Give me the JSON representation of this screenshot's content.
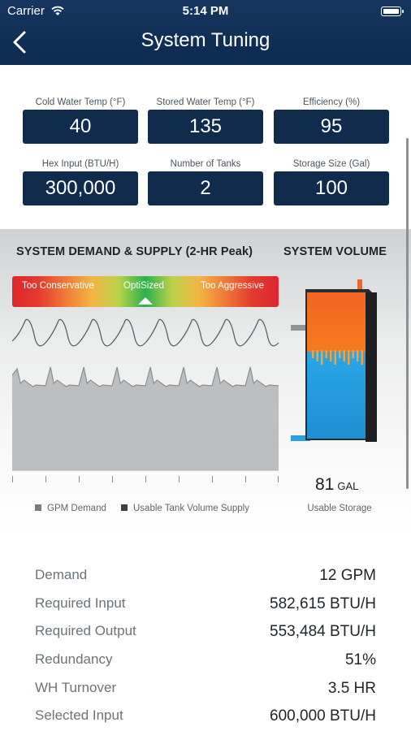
{
  "status_bar": {
    "carrier": "Carrier",
    "time": "5:14 PM"
  },
  "nav": {
    "title": "System Tuning",
    "back_icon": "chevron-left-icon"
  },
  "inputs": [
    {
      "label": "Cold Water Temp (°F)",
      "value": "40"
    },
    {
      "label": "Stored Water Temp (°F)",
      "value": "135"
    },
    {
      "label": "Efficiency (%)",
      "value": "95"
    },
    {
      "label": "Hex Input (BTU/H)",
      "value": "300,000"
    },
    {
      "label": "Number of Tanks",
      "value": "2"
    },
    {
      "label": "Storage Size (Gal)",
      "value": "100"
    }
  ],
  "demand_supply": {
    "title": "SYSTEM DEMAND & SUPPLY (2-HR Peak)",
    "rating": {
      "labels": [
        "Too Conservative",
        "OptiSized",
        "Too Aggressive"
      ],
      "selected": "OptiSized"
    },
    "legend": [
      {
        "label": "GPM Demand",
        "color": "#777b7f"
      },
      {
        "label": "Usable Tank Volume Supply",
        "color": "#3c4044"
      }
    ]
  },
  "system_volume": {
    "title": "SYSTEM VOLUME",
    "value": "81",
    "unit": "GAL",
    "caption": "Usable Storage",
    "hot_fraction": 0.32
  },
  "results": [
    {
      "label": "Demand",
      "value": "12 GPM"
    },
    {
      "label": "Required Input",
      "value": "582,615 BTU/H"
    },
    {
      "label": "Required Output",
      "value": "553,484 BTU/H"
    },
    {
      "label": "Redundancy",
      "value": "51%"
    },
    {
      "label": "WH Turnover",
      "value": "3.5 HR"
    },
    {
      "label": "Selected Input",
      "value": "600,000 BTU/H"
    }
  ],
  "colors": {
    "header": "#0d2a4f",
    "field_bg": "#112b4d",
    "hot_water": "#f26522",
    "cold_water": "#2b9fe0"
  }
}
